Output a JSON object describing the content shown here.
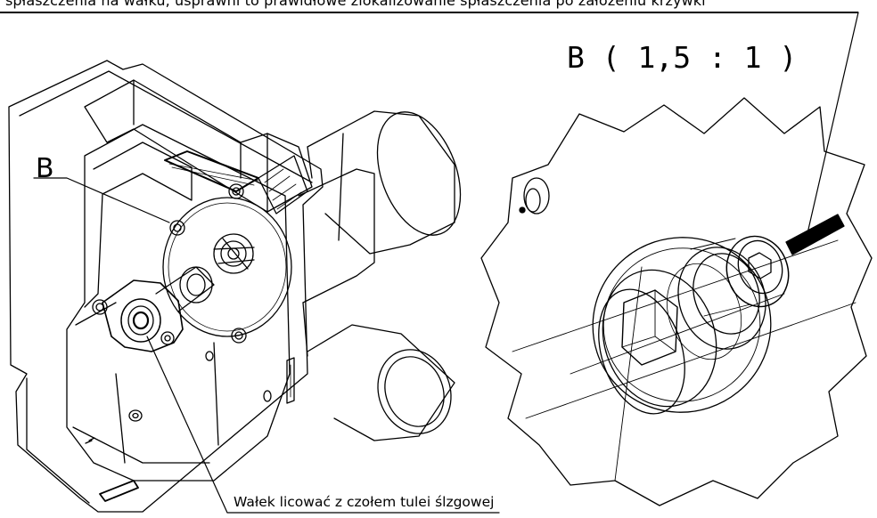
{
  "header_note": "spłaszczenia na wałku, usprawni to prawidłowe zlokalizowanie spłaszczenia po założeniu krzywki",
  "detail_view_label": "B ( 1,5 : 1 )",
  "detail_marker": "B",
  "bottom_note": "Wałek licować z czołem tulei ślzgowej"
}
